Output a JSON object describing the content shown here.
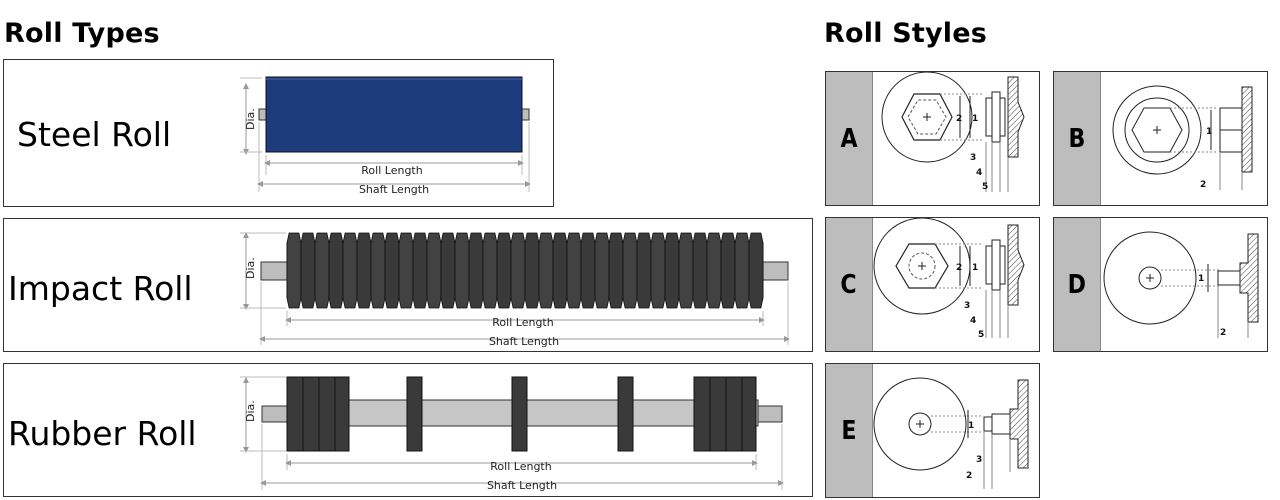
{
  "roll_types": {
    "title": "Roll Types",
    "rolls": [
      {
        "name": "Steel Roll",
        "dia_label": "Dia.",
        "roll_length_label": "Roll Length",
        "shaft_length_label": "Shaft Length"
      },
      {
        "name": "Impact Roll",
        "dia_label": "Dia.",
        "roll_length_label": "Roll Length",
        "shaft_length_label": "Shaft Length"
      },
      {
        "name": "Rubber Roll",
        "dia_label": "Dia.",
        "roll_length_label": "Roll Length",
        "shaft_length_label": "Shaft Length"
      }
    ]
  },
  "roll_styles": {
    "title": "Roll Styles",
    "styles": [
      {
        "letter": "A",
        "dims": [
          "2",
          "1",
          "3",
          "4",
          "5"
        ]
      },
      {
        "letter": "B",
        "dims": [
          "1",
          "2"
        ]
      },
      {
        "letter": "C",
        "dims": [
          "2",
          "1",
          "3",
          "4",
          "5"
        ]
      },
      {
        "letter": "D",
        "dims": [
          "1",
          "2"
        ]
      },
      {
        "letter": "E",
        "dims": [
          "1",
          "3",
          "2"
        ]
      }
    ]
  },
  "colors": {
    "steel_roll": "#1c3c7e",
    "rubber": "#3a3a3a",
    "shaft": "#bdbdbd",
    "letter_bar": "#bdbdbd"
  }
}
